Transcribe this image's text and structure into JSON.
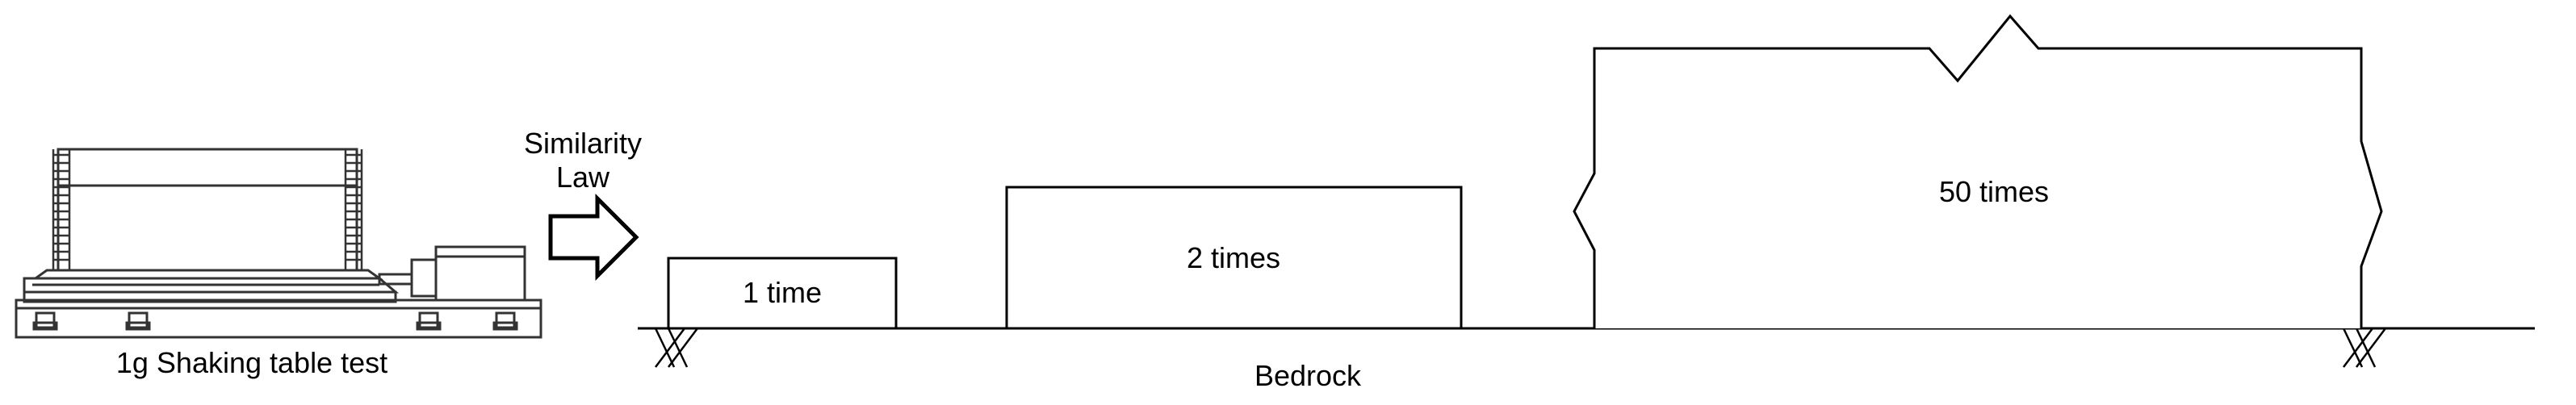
{
  "model": {
    "caption": "1g Shaking table test"
  },
  "arrow": {
    "line1": "Similarity",
    "line2": "Law"
  },
  "boxes": [
    {
      "label": "1 time"
    },
    {
      "label": "2 times"
    },
    {
      "label": "50 times"
    }
  ],
  "ground": {
    "label": "Bedrock"
  },
  "colors": {
    "stroke": "#000000",
    "fill": "#ffffff",
    "machine": "#333333"
  }
}
